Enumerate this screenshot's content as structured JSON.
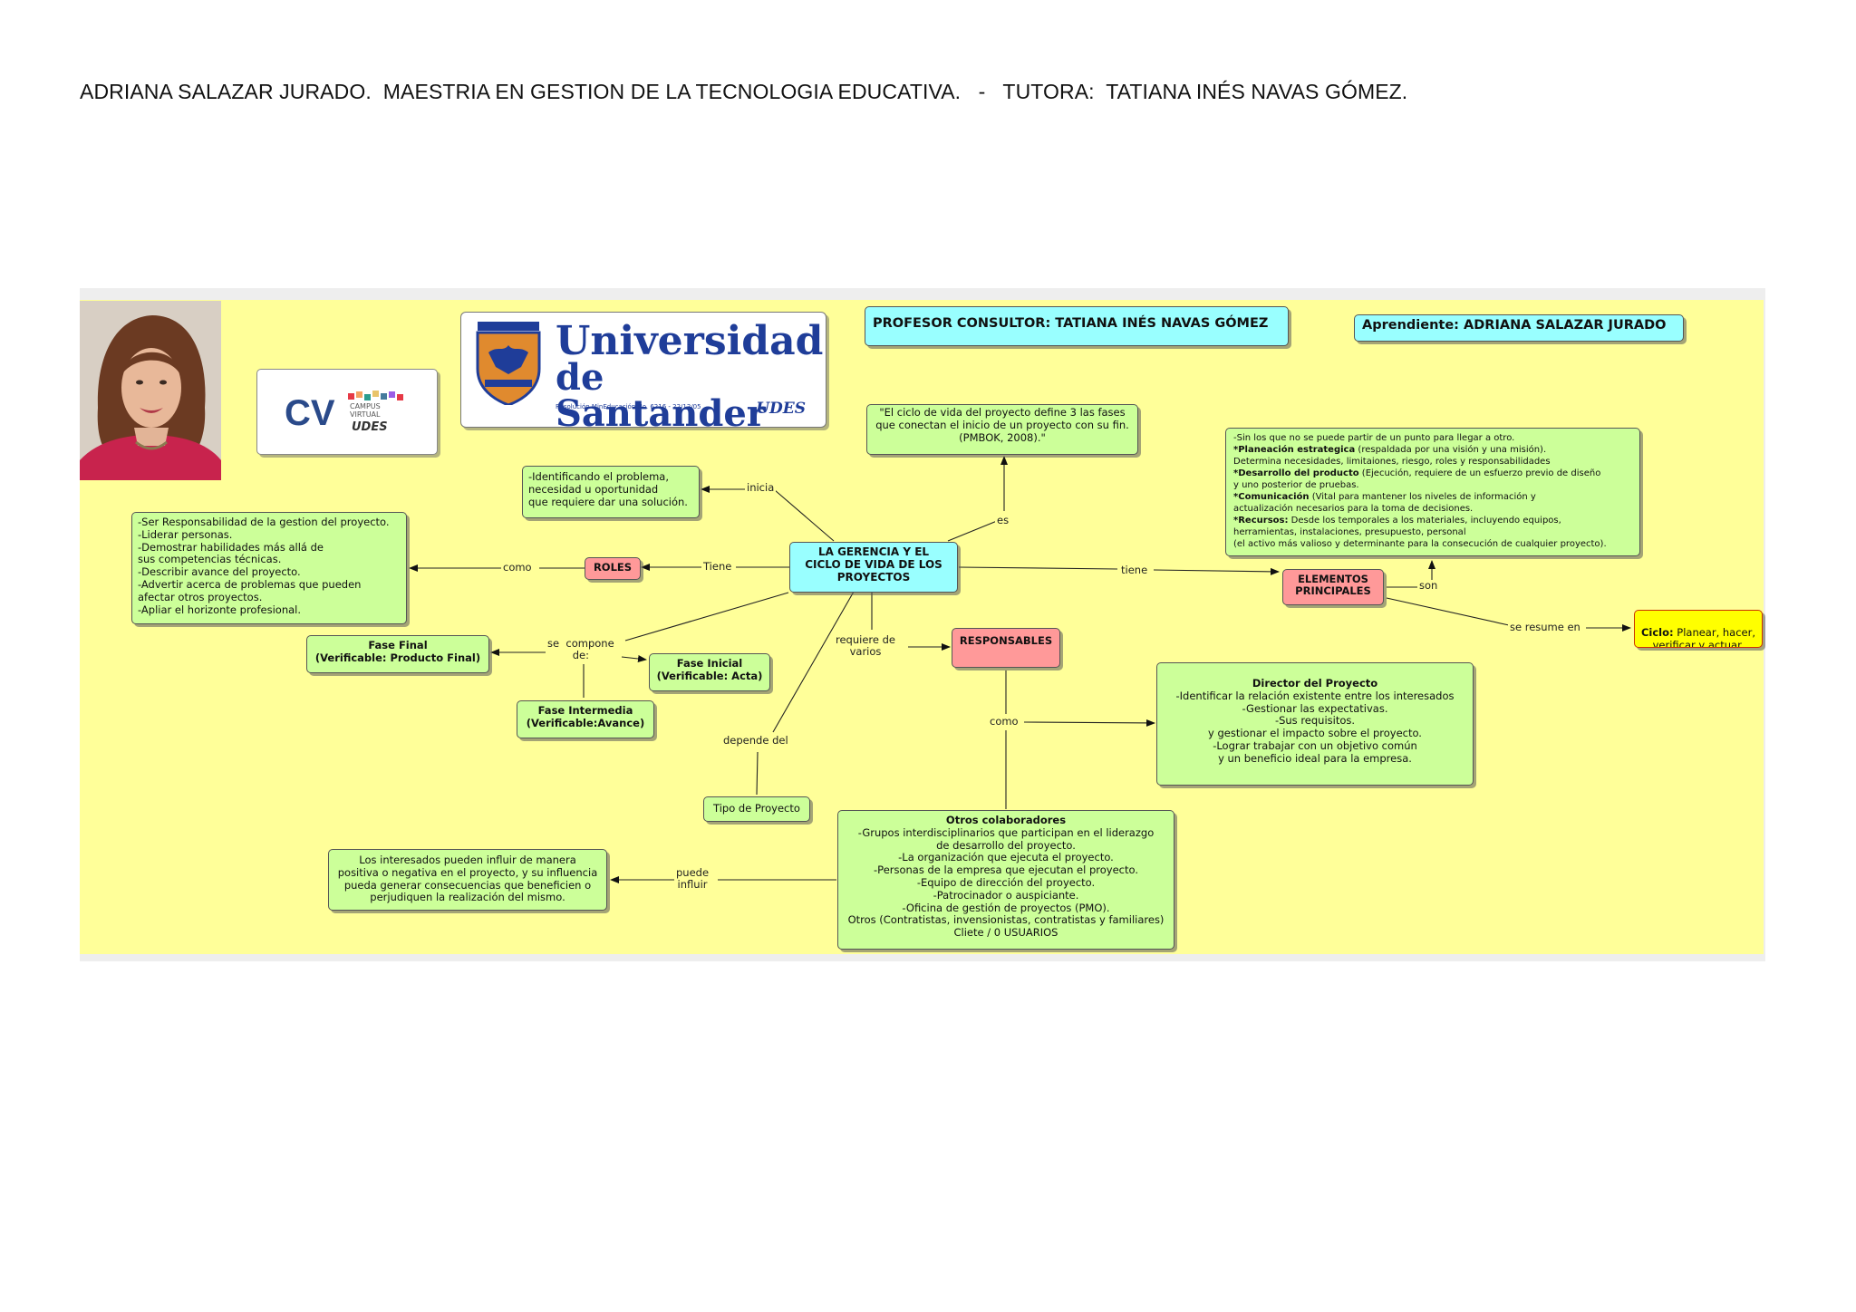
{
  "header": {
    "text": "ADRIANA SALAZAR JURADO.  MAESTRIA EN GESTION DE LA TECNOLOGIA EDUCATIVA.   -   TUTORA:  TATIANA INÉS NAVAS GÓMEZ."
  },
  "logos": {
    "university_line1": "Universidad",
    "university_line2": "de Santander",
    "university_resolution": "Resolución MinEducación No. 6216 - 22/12/05",
    "university_short": "UDES",
    "cv_letters": "CV",
    "cv_campus": "CAMPUS\nVIRTUAL",
    "cv_udes": "UDES"
  },
  "nodes": {
    "profesor": "PROFESOR CONSULTOR:  TATIANA INÉS NAVAS GÓMEZ",
    "aprendiente": "Aprendiente:  ADRIANA SALAZAR JURADO",
    "cita": "\"El ciclo de vida del proyecto define 3 las fases\nque conectan el inicio de un proyecto con su fin.\n(PMBOK, 2008).\"",
    "identificando": "-Identificando el problema,\nnecesidad u oportunidad\nque requiere dar una solución.",
    "central": "LA  GERENCIA Y  EL\nCICLO  DE  VIDA  DE  LOS\nPROYECTOS",
    "roles": "ROLES",
    "roles_desc": "-Ser Responsabilidad de la  gestion del proyecto.\n-Liderar personas.\n-Demostrar habilidades más allá de\nsus competencias técnicas.\n-Describir avance del proyecto.\n-Advertir acerca de problemas que pueden\nafectar otros proyectos.\n-Apliar el horizonte profesional.",
    "fase_final": "Fase Final\n(Verificable: Producto Final)",
    "fase_inicial": "Fase Inicial\n(Verificable: Acta)",
    "fase_intermedia": "Fase Intermedia\n(Verificable:Avance)",
    "tipo_proyecto": "Tipo de Proyecto",
    "responsables": "RESPONSABLES",
    "director_title": "Director del Proyecto",
    "director_body": "-Identificar la relación existente entre los interesados\n-Gestionar las expectativas.\n-Sus requisitos.\ny gestionar el impacto sobre el proyecto.\n-Lograr trabajar con un objetivo común\ny un beneficio ideal para la empresa.",
    "otros_title": "Otros colaboradores",
    "otros_body": "-Grupos interdisciplinarios que participan en el liderazgo\nde desarrollo del proyecto.\n-La organización que ejecuta el proyecto.\n-Personas de la empresa que ejecutan el proyecto.\n-Equipo de dirección del proyecto.\n-Patrocinador o auspiciante.\n-Oficina de gestión de proyectos (PMO).\nOtros (Contratistas, invensionistas, contratistas y familiares)\nCliete / 0 USUARIOS",
    "interesados": "Los interesados pueden influir de manera\npositiva o negativa en el proyecto, y su influencia\npueda generar consecuencias que beneficien o\nperjudiquen la realización del mismo.",
    "elementos": "ELEMENTOS\nPRINCIPALES",
    "elementos_intro": "-Sin los que no se puede partir de un punto para llegar a otro.",
    "elementos_items": [
      {
        "term": "*Planeación estrategica",
        "desc": " (respaldada por una visión y una misión)."
      },
      {
        "term": "",
        "desc": "Determina necesidades, limitaiones, riesgo, roles y responsabilidades"
      },
      {
        "term": "*Desarrollo del producto",
        "desc": " (Ejecución, requiere de un esfuerzo previo de diseño"
      },
      {
        "term": "",
        "desc": "y uno posterior de pruebas."
      },
      {
        "term": "*Comunicación",
        "desc": " (Vital para mantener los niveles de información y"
      },
      {
        "term": "",
        "desc": "actualización necesarios para la toma de decisiones."
      },
      {
        "term": "*Recursos:",
        "desc": " Desde los temporales a los materiales, incluyendo equipos,"
      },
      {
        "term": "",
        "desc": " herramientas, instalaciones, presupuesto, personal"
      },
      {
        "term": "",
        "desc": "(el activo más valioso y determinante para la consecución de cualquier proyecto)."
      }
    ],
    "ciclo_term": "Ciclo:",
    "ciclo_desc": " Planear, hacer,\nverificar y actuar."
  },
  "links": {
    "inicia": "inicia",
    "es": "es",
    "tiene_left": "Tiene",
    "como_roles": "como",
    "se_compone": "se  compone\nde:",
    "requiere": "requiere de\nvarios",
    "depende": "depende del",
    "tiene_right": "tiene",
    "son": "son",
    "se_resume": "se resume en",
    "como_resp": "como",
    "puede_influir": "puede\ninfluir"
  },
  "colors": {
    "background": "#ffff99",
    "concept_green": "#ccff99",
    "concept_cyan": "#99ffff",
    "concept_red": "#ff9999",
    "concept_yellow": "#ffff00",
    "logo_blue": "#1f3d99"
  }
}
